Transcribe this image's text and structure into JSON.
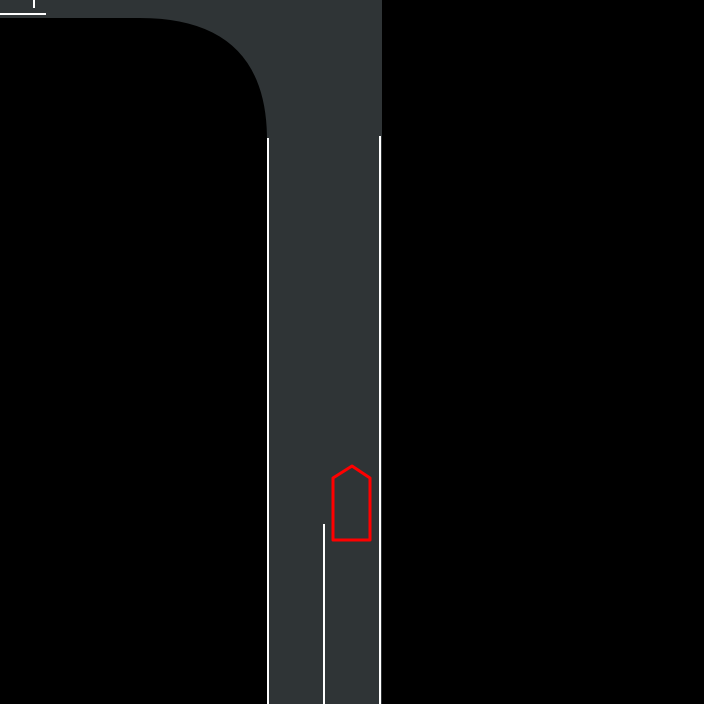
{
  "scene": {
    "background_color": "#000000",
    "road_color": "#2f3436",
    "lane_marking_color": "#ffffff",
    "ego_vehicle_color": "#ff0000",
    "lane_markings": [
      "solid",
      "solid",
      "solid"
    ],
    "ego_vehicle_heading": "up"
  }
}
